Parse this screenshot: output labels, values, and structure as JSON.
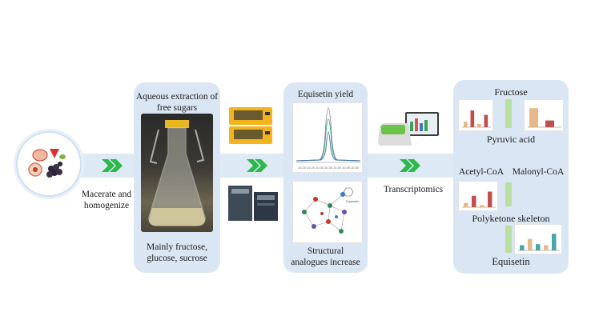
{
  "step1": {
    "label_line1": "Macerate and",
    "label_line2": "homogenize"
  },
  "step2": {
    "title_line1": "Aqueous extraction of",
    "title_line2": "free sugars",
    "caption_line1": "Mainly fructose,",
    "caption_line2": "glucose, sucrose"
  },
  "step3": {
    "title": "Equisetin yield increase",
    "caption_line1": "Structural",
    "caption_line2": "analogues increase",
    "chrom_ticks": [
      "10.20",
      "10.25",
      "10.30",
      "10.35",
      "10.40",
      "10.45",
      "10.50"
    ],
    "structure_label": "Equisetin"
  },
  "step4": {
    "label": "Transcriptomics"
  },
  "pathway": {
    "fructose": "Fructose",
    "pyruvic": "Pyruvic acid",
    "acetyl": "Acetyl-CoA",
    "malonyl": "Malonyl-CoA",
    "polyketide": "Polyketone skeleton",
    "equisetin": "Equisetin"
  },
  "mini_charts": {
    "c1_values": [
      0.25,
      0.75,
      0.15,
      0.55
    ],
    "c2_values": [
      0.85,
      0.3
    ],
    "c3_values": [
      0.2,
      0.55,
      0.1,
      0.75
    ],
    "c4_values": [
      0.25,
      0.55,
      0.3,
      0.25,
      0.8
    ]
  },
  "colors": {
    "panel": "#dbe6f4",
    "band": "#dde9f5",
    "chevron": "#2db84d",
    "bar_a": "#e7b98a",
    "bar_b": "#c0504d",
    "bar_c": "#4aa6a6"
  }
}
